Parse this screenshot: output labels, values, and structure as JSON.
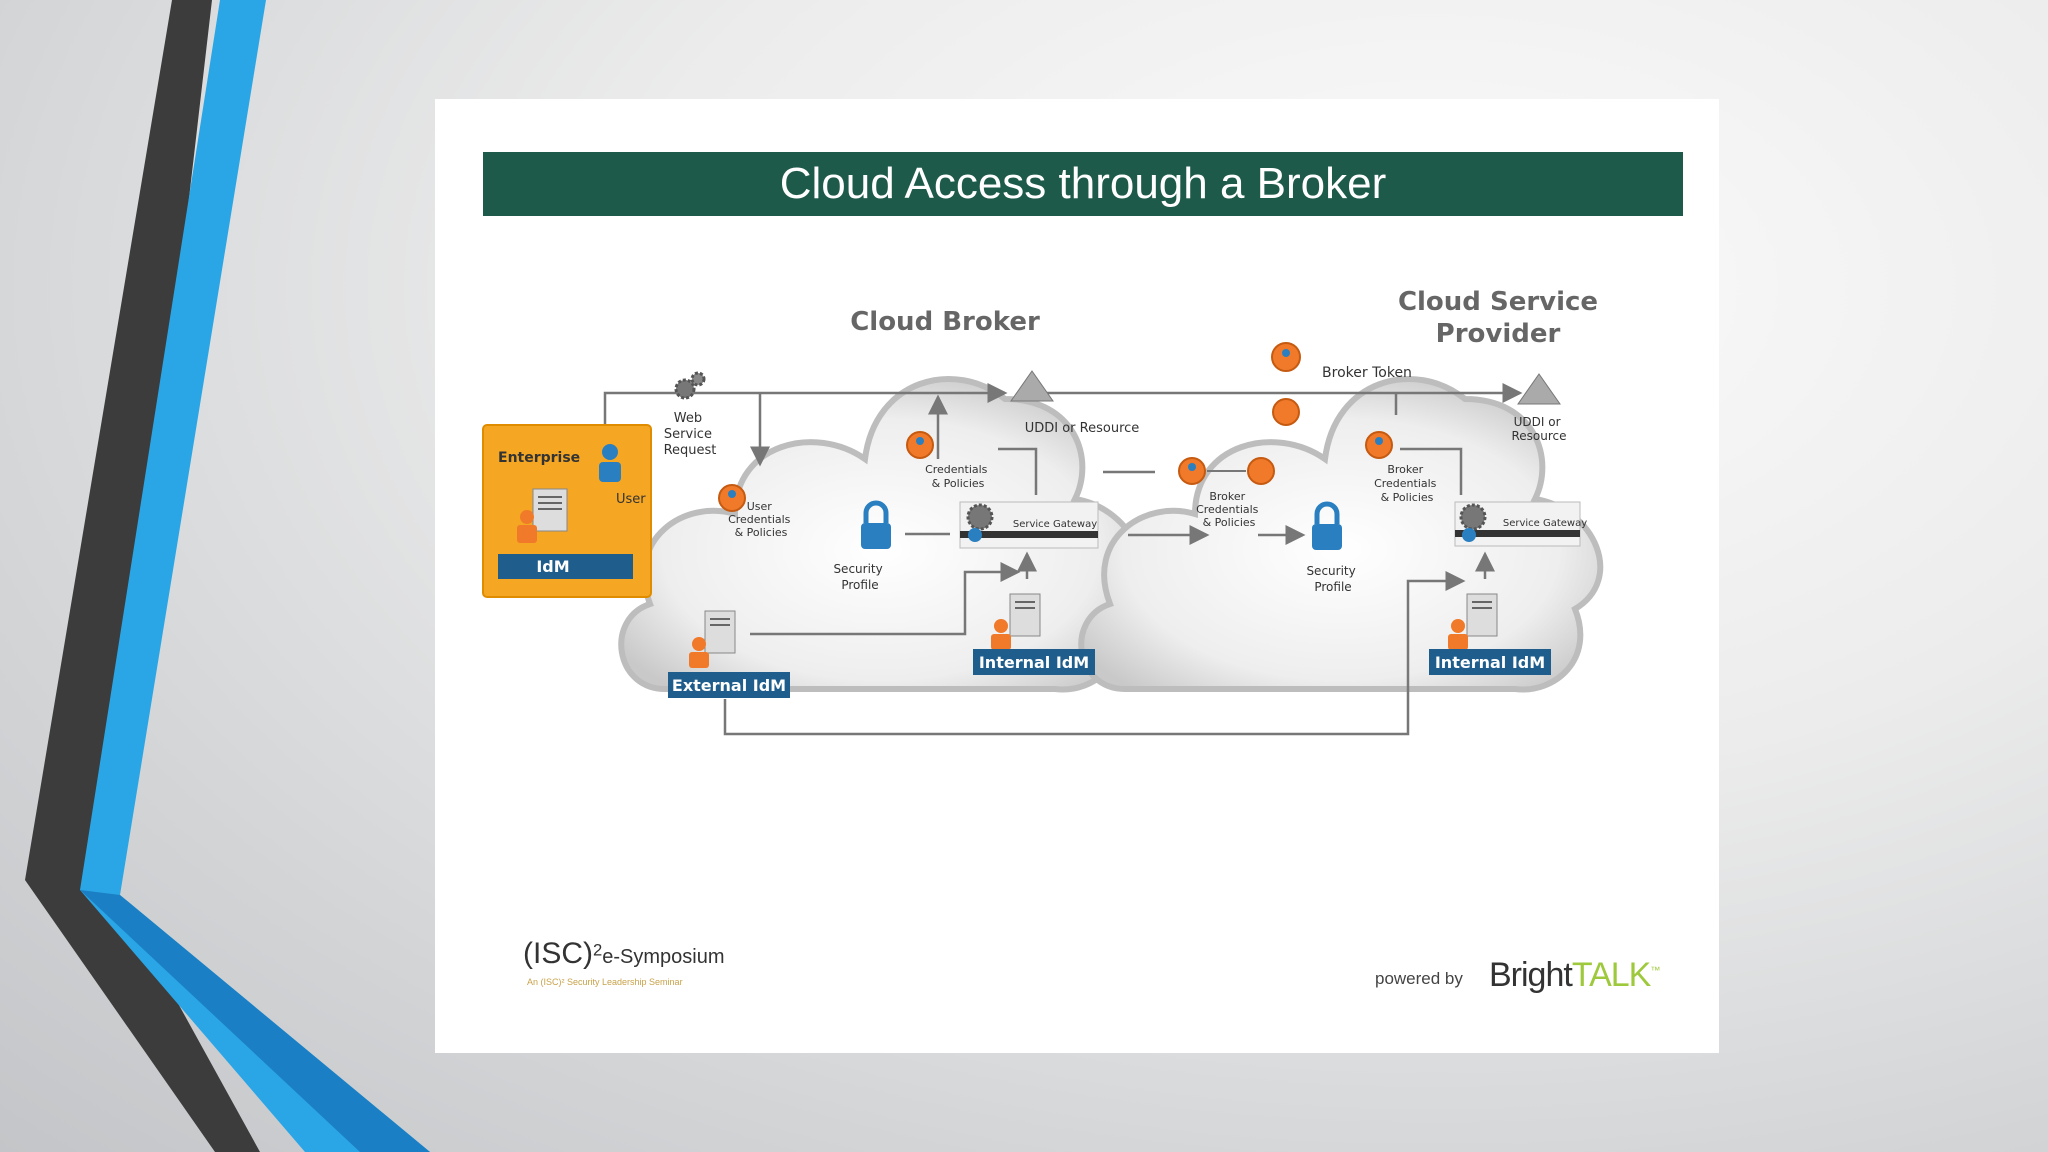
{
  "slide": {
    "title": "Cloud Access through a Broker"
  },
  "diagram": {
    "cloud_broker": "Cloud Broker",
    "cloud_service_provider_line1": "Cloud Service",
    "cloud_service_provider_line2": "Provider",
    "enterprise": "Enterprise",
    "user": "User",
    "idm": "IdM",
    "web_service_request": [
      "Web",
      "Service",
      "Request"
    ],
    "user_credentials": [
      "User",
      "Credentials",
      "& Policies"
    ],
    "credentials_policies": [
      "Credentials",
      "& Policies"
    ],
    "uddi_resource_broker": "UDDI or Resource",
    "uddi_resource_provider": [
      "UDDI or",
      "Resource"
    ],
    "security_profile": [
      "Security",
      "Profile"
    ],
    "service_gateway": "Service Gateway",
    "external_idm": "External IdM",
    "internal_idm": "Internal IdM",
    "broker_token": "Broker Token",
    "broker_credentials_mid": [
      "Broker",
      "Credentials",
      "& Policies"
    ],
    "broker_credentials_provider": [
      "Broker",
      "Credentials",
      "& Policies"
    ]
  },
  "footer": {
    "isc_logo": "(ISC)",
    "isc_sup": "2",
    "isc_event": "e-Symposium",
    "isc_tagline": "An (ISC)² Security Leadership Seminar",
    "powered_by": "powered by",
    "brand_dark": "Bright",
    "brand_light": "TALK",
    "brand_tm": "™"
  },
  "colors": {
    "title_bar": "#1e5a4a",
    "enterprise_box": "#f5a623",
    "idm_bar": "#1f5e8c",
    "accent_blue": "#2aa6e6",
    "dark_stripe": "#3c3c3c"
  }
}
